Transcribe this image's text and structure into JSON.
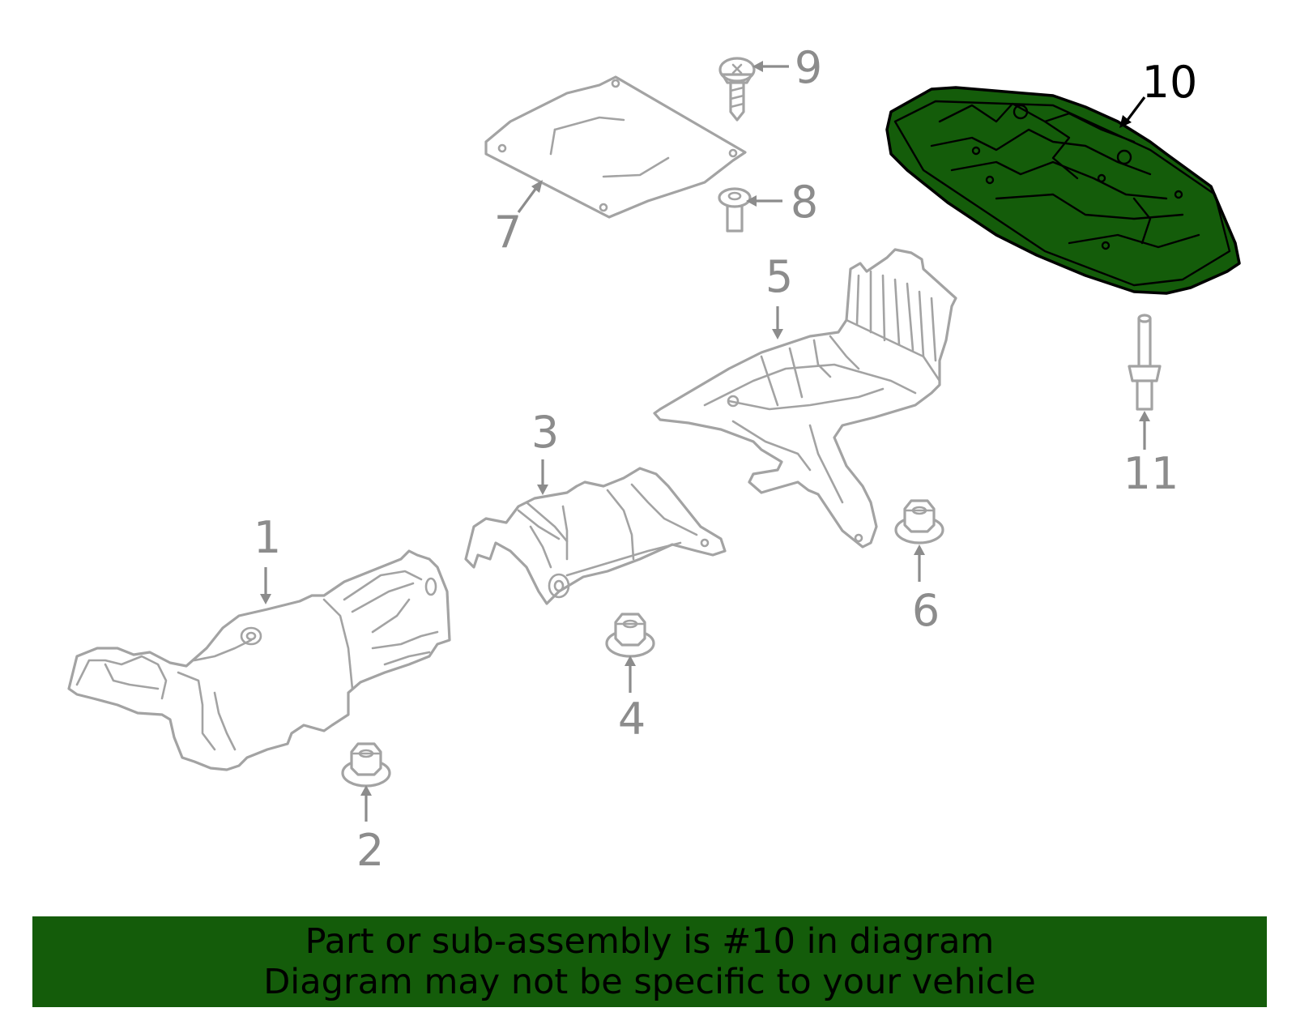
{
  "callouts": {
    "c1": "1",
    "c2": "2",
    "c3": "3",
    "c4": "4",
    "c5": "5",
    "c6": "6",
    "c7": "7",
    "c8": "8",
    "c9": "9",
    "c10": "10",
    "c11": "11"
  },
  "highlight": {
    "part_number": "10",
    "color": "#145c0a"
  },
  "banner": {
    "line1": "Part or sub-assembly is #10 in diagram",
    "line2": "Diagram may not be specific to your vehicle",
    "background": "#145c0a"
  }
}
